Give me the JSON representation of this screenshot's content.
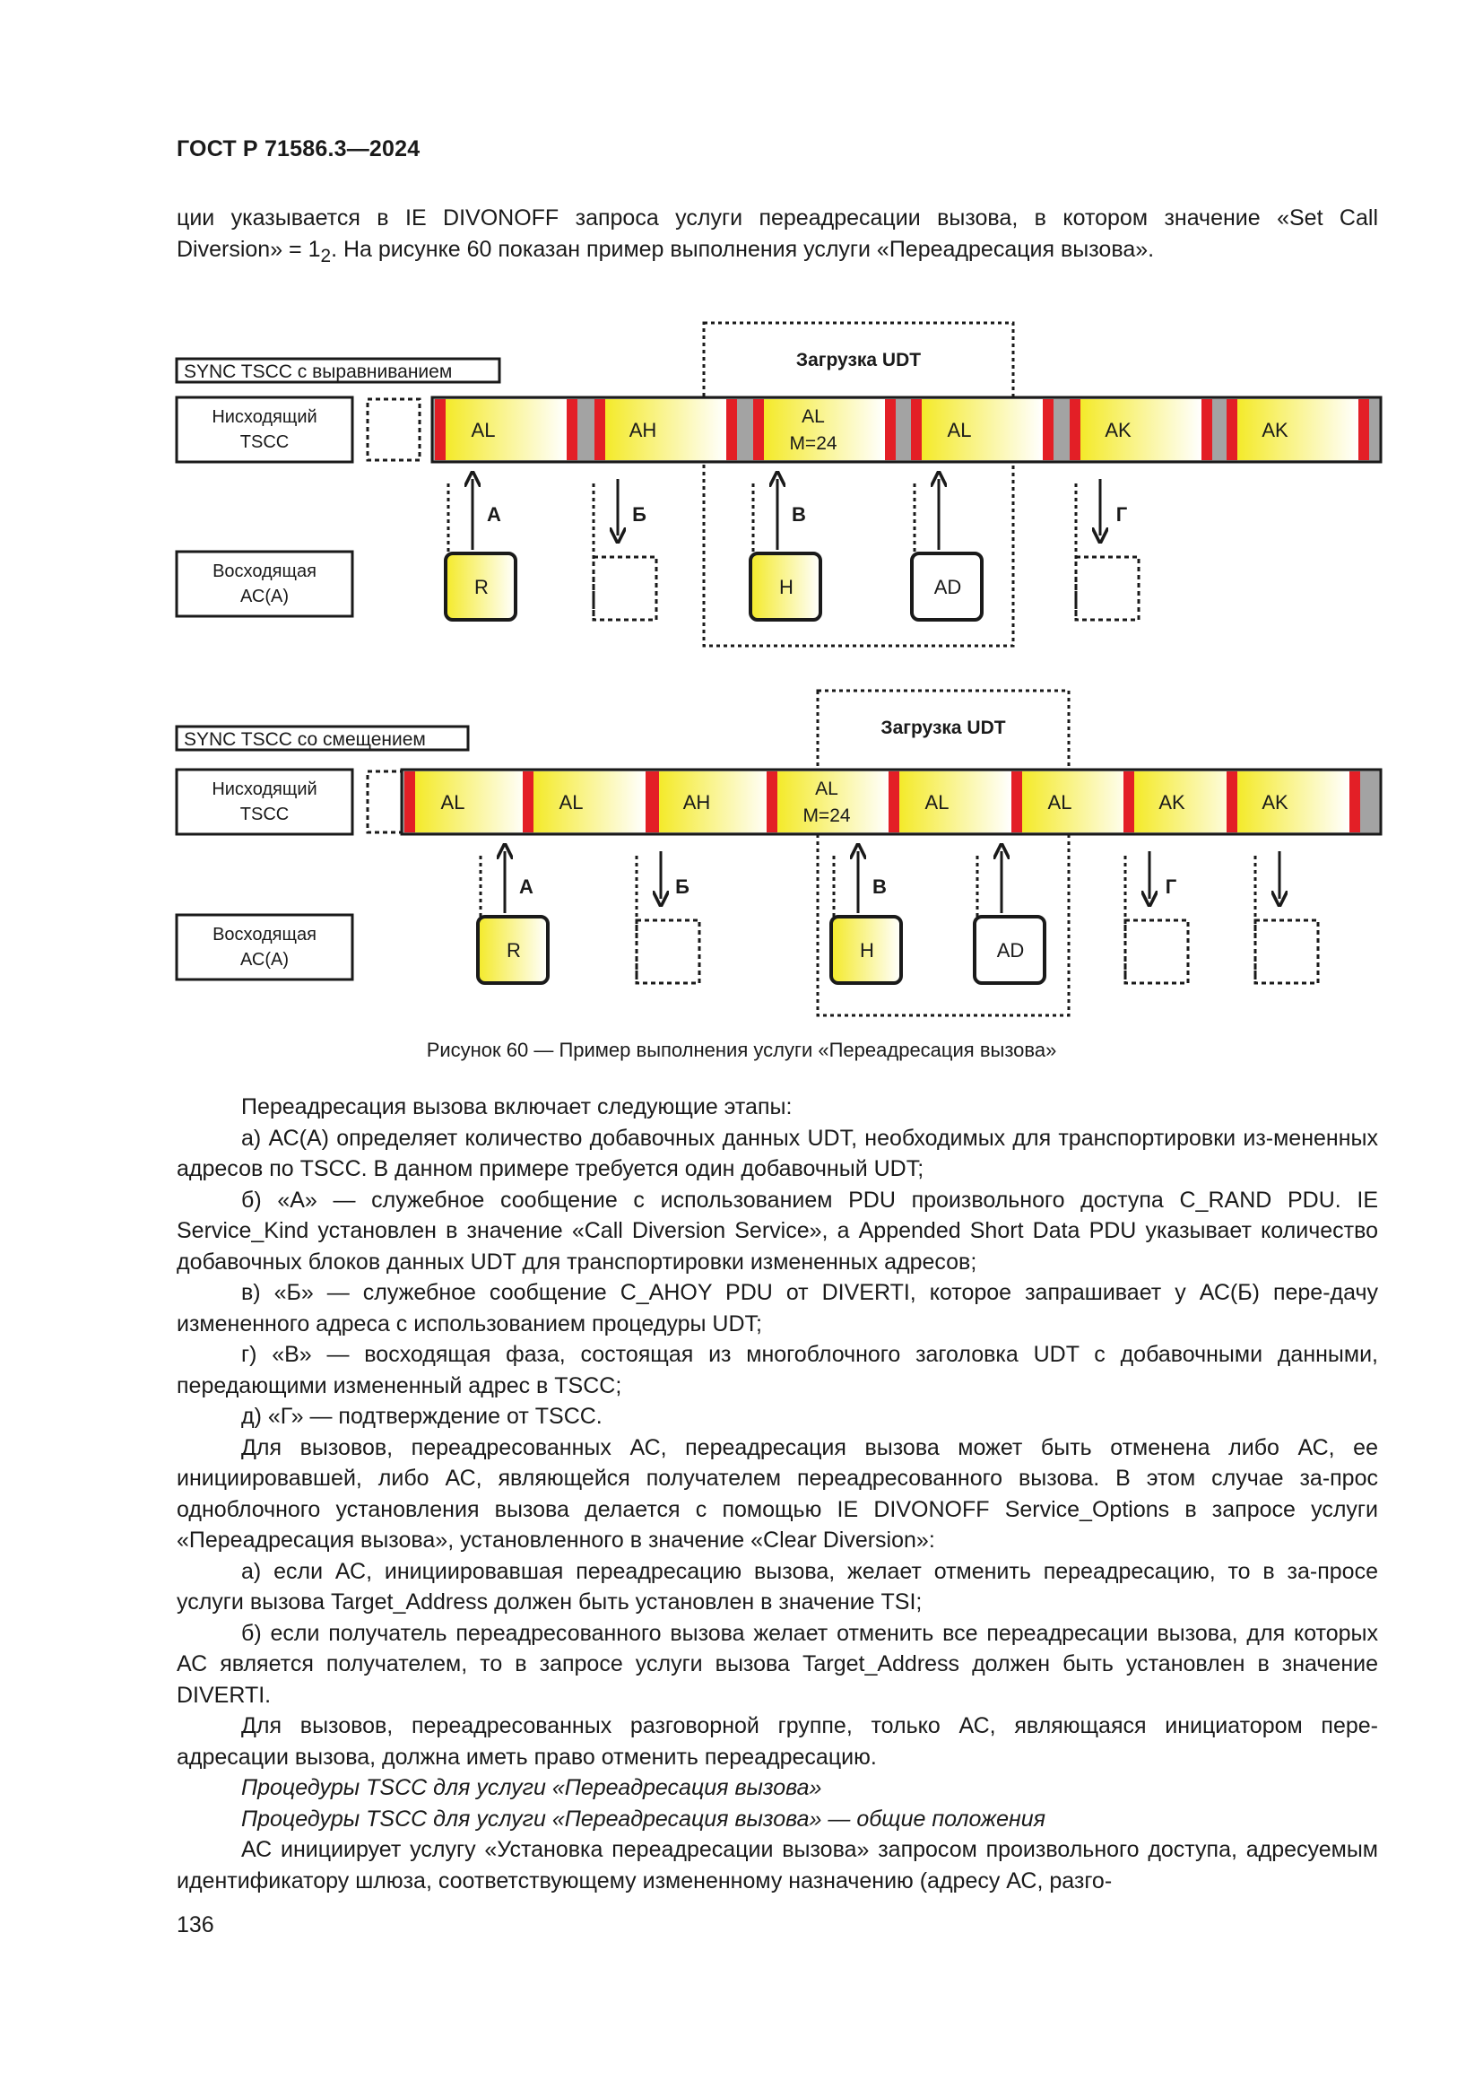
{
  "header": "ГОСТ Р 71586.3—2024",
  "intro": {
    "line1": "ции указывается в IE DIVONOFF запроса услуги переадресации вызова, в котором значение «Set Call",
    "line2_pre": "Diversion» = 1",
    "line2_sub": "2",
    "line2_post": ". На рисунке 60 показан пример выполнения услуги «Переадресация вызова»."
  },
  "figure": {
    "caption": "Рисунок 60 — Пример выполнения услуги «Переадресация вызова»",
    "colors": {
      "yellow": "#f4ea2a",
      "red": "#e31f26",
      "gray": "#a3a3a3",
      "dark": "#1a1a1a"
    },
    "panels": [
      {
        "title": "SYNC TSCC с выравниванием",
        "udt_label": "Загрузка UDT",
        "downlink_label": [
          "Нисходящий",
          "TSCC"
        ],
        "uplink_label": [
          "Восходящая",
          "АС(А)"
        ],
        "slots": [
          "AL",
          "AH",
          "AL M=24",
          "AL",
          "AK",
          "AK"
        ],
        "slot_m24_line1": "AL",
        "slot_m24_line2": "M=24",
        "arrows": [
          {
            "label": "А",
            "dir": "up",
            "box": "R"
          },
          {
            "label": "Б",
            "dir": "down",
            "box": ""
          },
          {
            "label": "В",
            "dir": "up",
            "box": "H"
          },
          {
            "label": "",
            "dir": "up",
            "box": "AD"
          },
          {
            "label": "Г",
            "dir": "down",
            "box": ""
          }
        ]
      },
      {
        "title": "SYNC TSCC со смещением",
        "udt_label": "Загрузка UDT",
        "downlink_label": [
          "Нисходящий",
          "TSCC"
        ],
        "uplink_label": [
          "Восходящая",
          "АС(А)"
        ],
        "slots": [
          "AL",
          "AL",
          "AH",
          "AL M=24",
          "AL",
          "AL",
          "AK",
          "AK"
        ],
        "slot_m24_line1": "AL",
        "slot_m24_line2": "M=24",
        "arrows": [
          {
            "label": "А",
            "dir": "up",
            "box": "R"
          },
          {
            "label": "Б",
            "dir": "down",
            "box": ""
          },
          {
            "label": "В",
            "dir": "up",
            "box": "H"
          },
          {
            "label": "",
            "dir": "up",
            "box": "AD"
          },
          {
            "label": "Г",
            "dir": "down",
            "box": ""
          },
          {
            "label": "",
            "dir": "down",
            "box": ""
          }
        ]
      }
    ]
  },
  "body": [
    {
      "style": "ind",
      "text": "Переадресация вызова включает следующие этапы:"
    },
    {
      "style": "ind",
      "text": "а) АС(А) определяет количество добавочных данных UDT, необходимых для транспортировки из-менен­ных адресов по TSCC. В данном примере требуется один добавочный UDT;"
    },
    {
      "style": "ind",
      "text": "б) «А» — служебное сообщение с использованием PDU произвольного доступа C_RAND PDU. IE Service_Kind установлен в значение «Call Diversion Service», а Appended Short Data PDU указывает количество добавочных блоков данных UDT для транспортировки измененных адресов;"
    },
    {
      "style": "ind",
      "text": "в) «Б» — служебное сообщение C_AHOY PDU от DIVERTI, которое запрашивает у АС(Б) пере-дачу измененного адреса с использованием процедуры UDT;"
    },
    {
      "style": "ind",
      "text": "г) «В» — восходящая фаза, состоящая из многоблочного заголовка UDT с добавочными данными, передающими измененный адрес в TSCC;"
    },
    {
      "style": "ind",
      "text": "д) «Г» — подтверждение от TSCC."
    },
    {
      "style": "ind",
      "text": "Для вызовов, переадресованных АС, переадресация вызова может быть отменена либо АС, ее инициировавшей, либо АС, являющейся получателем переадресованного вызова. В этом случае за-прос одноблочного установления вызова делается с помощью IE DIVONOFF Service_Options в запросе услуги «Переадресация вызова», установленного в значение «Clear Diversion»:"
    },
    {
      "style": "ind",
      "text": "а) если АС, инициировавшая переадресацию вызова, желает отменить переадресацию, то в за-просе услуги вызова Target_Address должен быть установлен в значение TSI;"
    },
    {
      "style": "ind",
      "text": "б) если получатель переадресованного вызова желает отменить все переадресации вызова, для которых АС является получателем, то в запросе услуги вызова Target_Address должен быть установлен в значение DIVERTI."
    },
    {
      "style": "ind",
      "text": "Для вызовов, переадресованных разговорной группе, только АС, являющаяся инициатором пере-адресации вызова, должна иметь право отменить переадресацию."
    },
    {
      "style": "ind it",
      "text": "Процедуры TSCC для услуги «Переадресация вызова»"
    },
    {
      "style": "ind it",
      "text": "Процедуры TSCC для услуги «Переадресация вызова» — общие положения"
    },
    {
      "style": "ind",
      "text": "АС инициирует услугу «Установка переадресации вызова» запросом произвольного доступа, адресуемым идентификатору шлюза, соответствующему измененному назначению (адресу АС, разго-"
    }
  ],
  "page_number": "136"
}
